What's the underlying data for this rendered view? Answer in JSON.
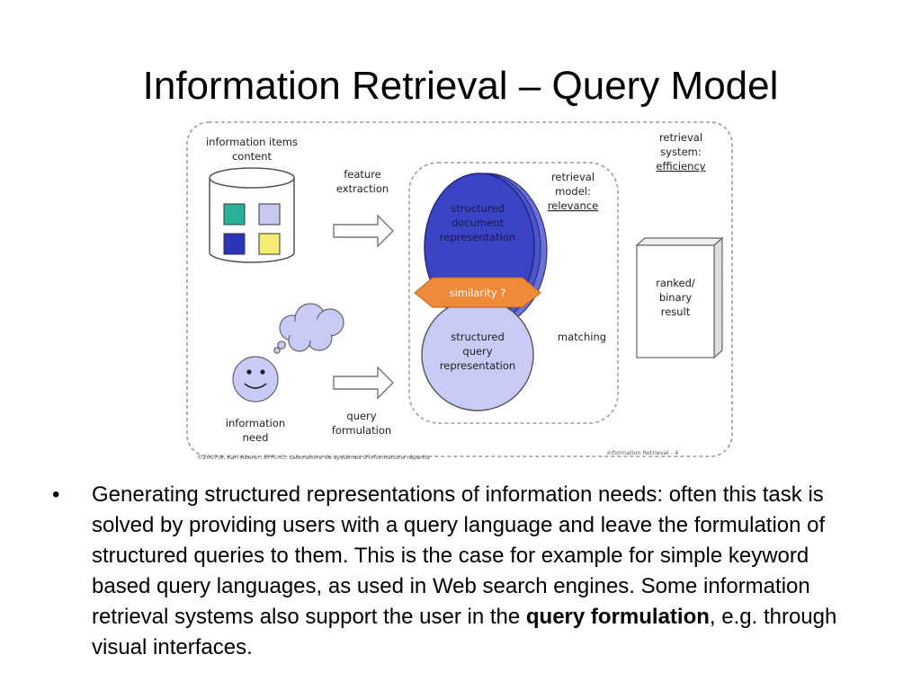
{
  "slide": {
    "title": "Information Retrieval – Query Model"
  },
  "diagram": {
    "labels": {
      "items_content": [
        "information items",
        "content"
      ],
      "feature_extraction": [
        "feature",
        "extraction"
      ],
      "retrieval_system": [
        "retrieval",
        "system:",
        "efficiency"
      ],
      "retrieval_model": [
        "retrieval",
        "model:",
        "relevance"
      ],
      "document_representation": [
        "structured",
        "document",
        "representation"
      ],
      "similarity": "similarity ?",
      "query_representation": [
        "structured",
        "query",
        "representation"
      ],
      "matching": "matching",
      "result": [
        "ranked/",
        "binary",
        "result"
      ],
      "information_need": [
        "information",
        "need"
      ],
      "query_formulation": [
        "query",
        "formulation"
      ],
      "copyright": "©2007/8, Karl Aberer, EPFL-IC, Laboratoire de systèmes d'informations répartis",
      "footer_ref": "Information Retrieval - 4"
    },
    "colors": {
      "document_blue": "#3a44c4",
      "query_lavender": "#c8cbf5",
      "similarity_orange": "#ee8a3a",
      "item_teal": "#2bb19a",
      "item_lavender": "#c7c9f3",
      "item_blue": "#2a36b8",
      "item_yellow": "#f5ec74"
    }
  },
  "bullet": {
    "mark": "•",
    "text_before": "Generating structured representations of information needs: often this task is solved by providing users with a query language and leave the formulation of structured queries to them. This is the case for example for simple keyword based query languages, as used in Web search engines. Some information retrieval systems also support the user in the ",
    "emphasis": "query formulation",
    "text_after": ", e.g. through visual interfaces."
  }
}
